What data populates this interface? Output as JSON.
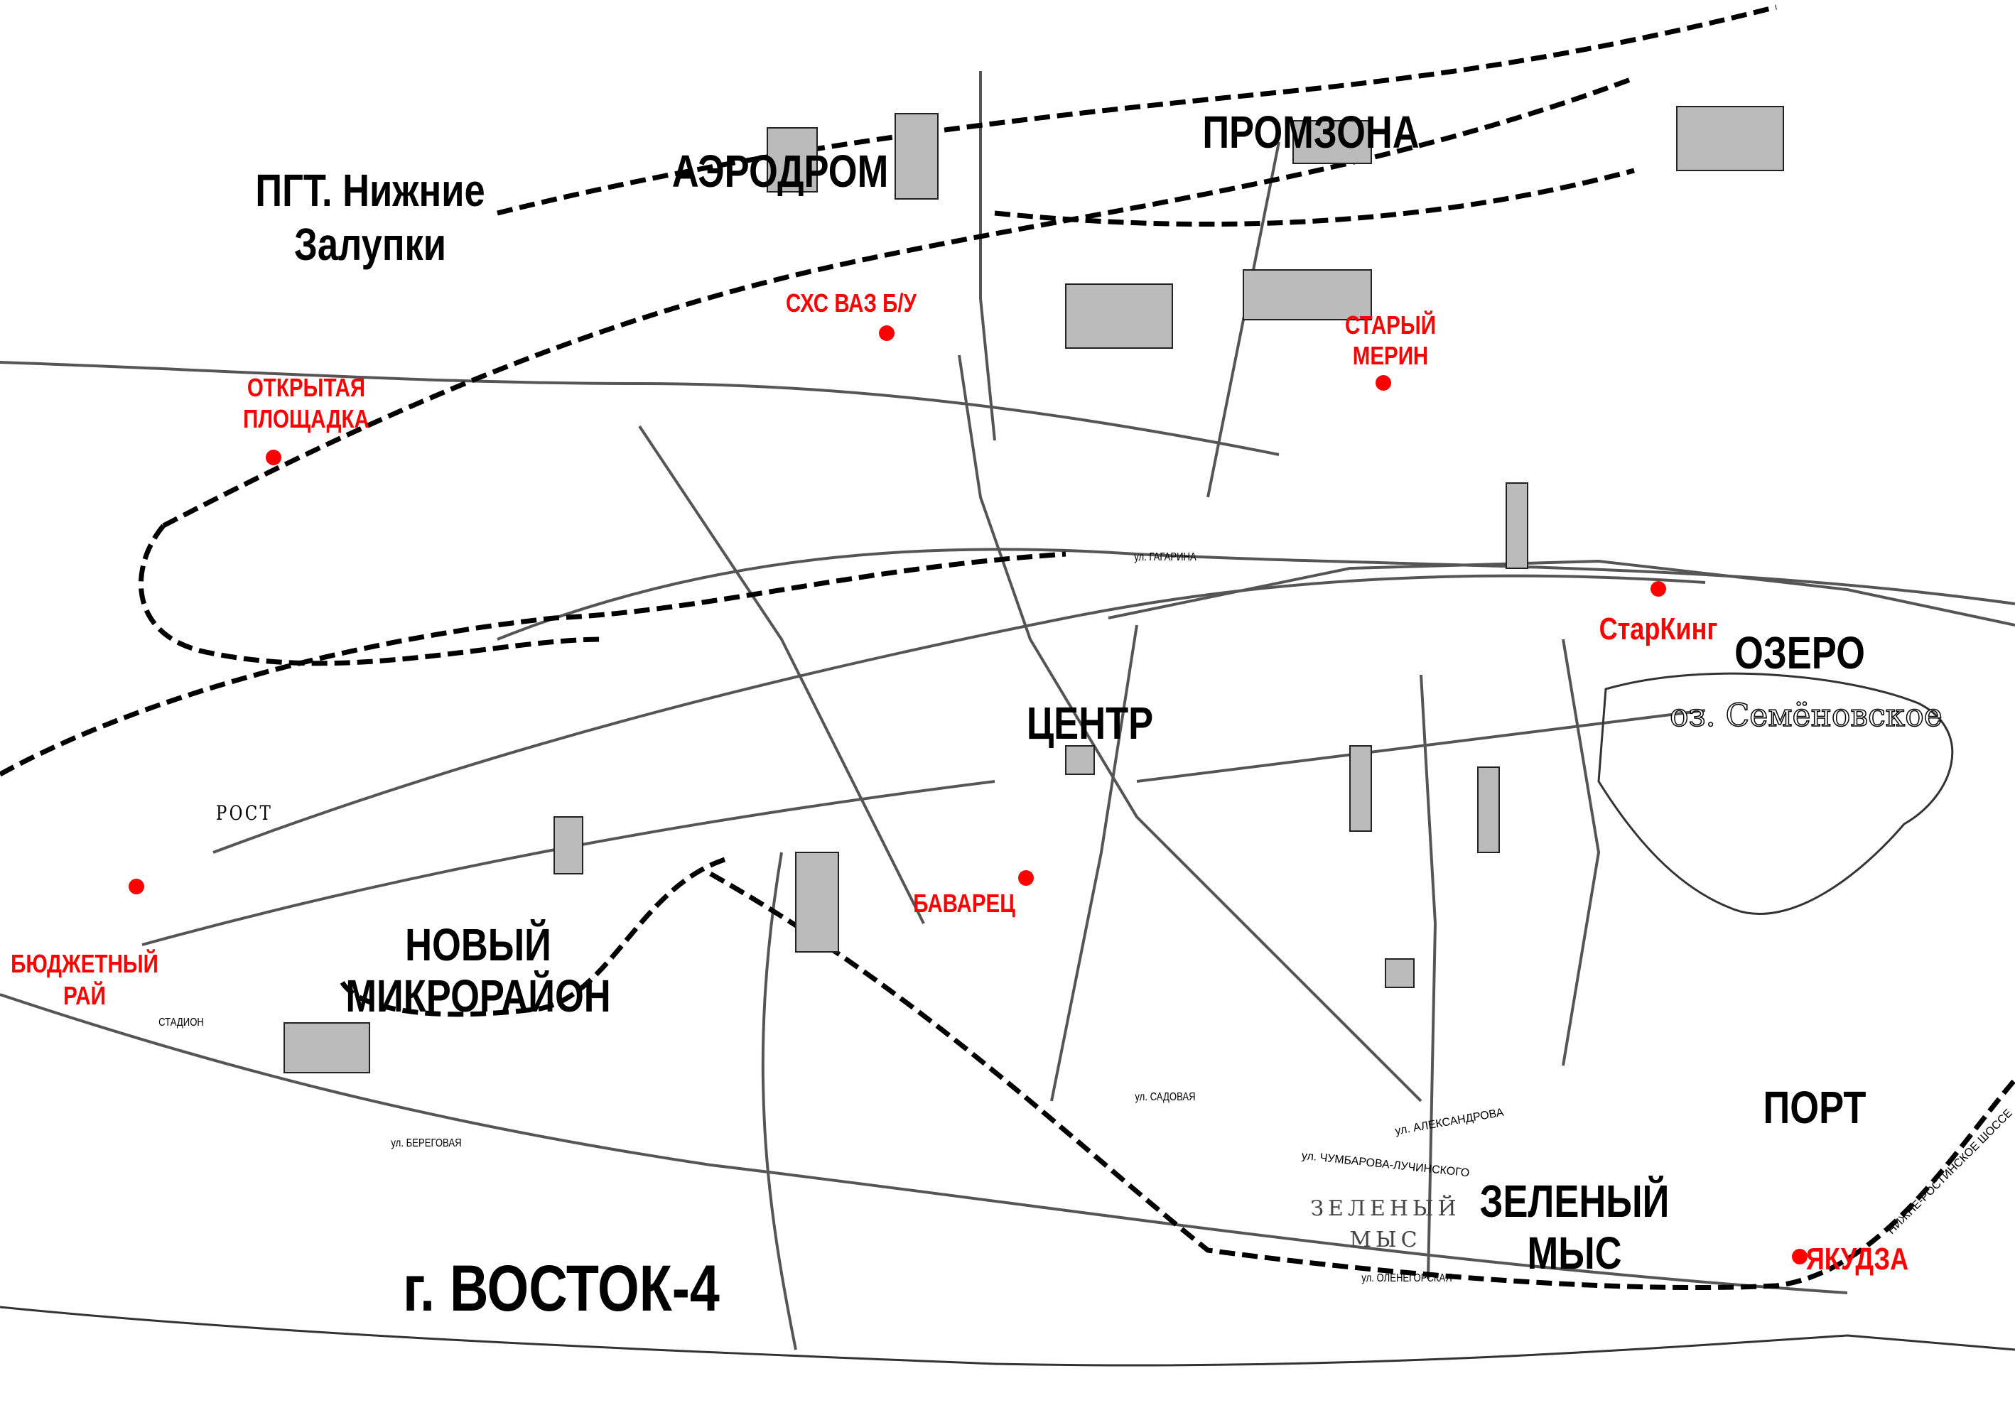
{
  "map": {
    "city_title": "г. ВОСТОК-4",
    "districts": {
      "pgt_line1": "ПГТ. Нижние",
      "pgt_line2": "Залупки",
      "aerodrom": "АЭРОДРОМ",
      "promzona": "ПРОМЗОНА",
      "ozero": "ОЗЕРО",
      "centr": "ЦЕНТР",
      "novyi_line1": "НОВЫЙ",
      "novyi_line2": "МИКРОРАЙОН",
      "port": "ПОРТ",
      "zeleny_line1": "ЗЕЛЕНЫЙ",
      "zeleny_line2": "МЫС"
    },
    "places": {
      "shs_vaz": "СХС ВАЗ Б/У",
      "stary_line1": "СТАРЫЙ",
      "stary_line2": "МЕРИН",
      "otkr_line1": "ОТКРЫТАЯ",
      "otkr_line2": "ПЛОЩАДКА",
      "starking": "СтарКинг",
      "bavarets": "БАВАРЕЦ",
      "budget_line1": "БЮДЖЕТНЫЙ",
      "budget_line2": "РАЙ",
      "yakudza": "ЯКУДЗА"
    },
    "base_labels": {
      "lake": "оз. Семёновское",
      "rost": "РОСТ",
      "zeleny_small_1": "ЗЕЛЕНЫЙ",
      "zeleny_small_2": "МЫС",
      "stadium": "СТАДИОН",
      "street_gagarina": "ул. ГАГАРИНА",
      "street_chumbarova": "ул. ЧУМБАРОВА-ЛУЧИНСКОГО",
      "street_olenegorskaya": "ул. ОЛЕНЕГОРСКАЯ",
      "street_aleksandrova": "ул. АЛЕКСАНДРОВА",
      "street_sadovaya": "ул. САДОВАЯ",
      "street_beregovaya": "ул. БЕРЕГОВАЯ",
      "highway": "НИЖНЕ-РОСТИНСКОЕ ШОССЕ"
    },
    "colors": {
      "marker": "#ff0000",
      "district": "#000000"
    }
  }
}
